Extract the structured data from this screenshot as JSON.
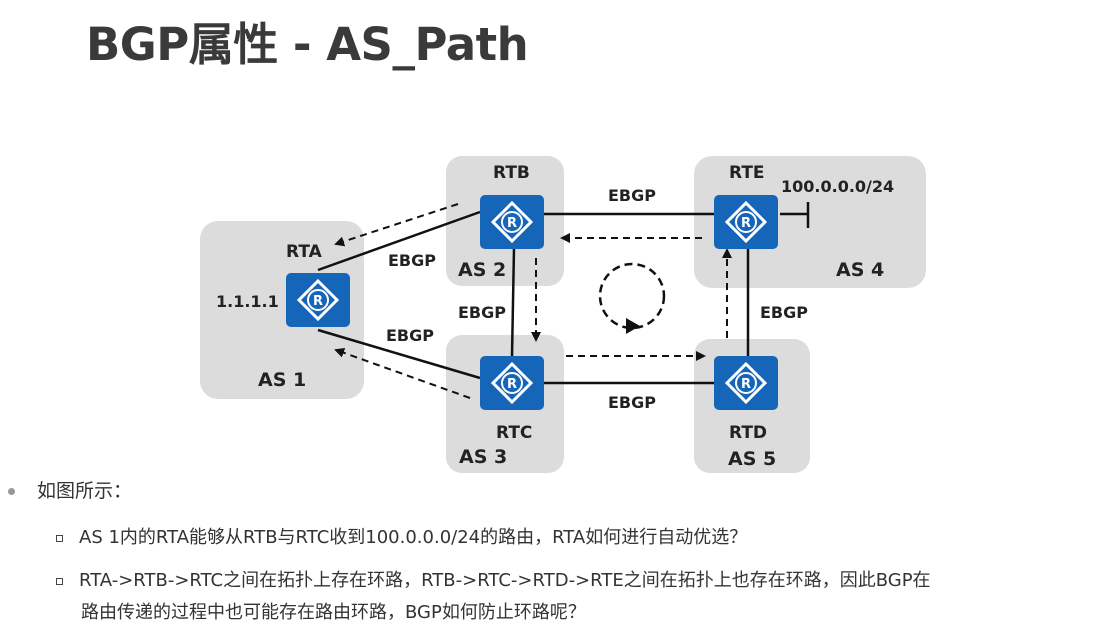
{
  "title": "BGP属性 - AS_Path",
  "diagram": {
    "as_labels": [
      "AS 1",
      "AS 2",
      "AS 3",
      "AS 4",
      "AS 5"
    ],
    "routers": [
      "RTA",
      "RTB",
      "RTC",
      "RTD",
      "RTE"
    ],
    "rta_address": "1.1.1.1",
    "rte_prefix": "100.0.0.0/24",
    "link_label": "EBGP"
  },
  "bullets": {
    "intro": "如图所示：",
    "items": [
      "AS 1内的RTA能够从RTB与RTC收到100.0.0.0/24的路由，RTA如何进行自动优选？",
      "RTA->RTB->RTC之间在拓扑上存在环路，RTB->RTC->RTD->RTE之间在拓扑上也存在环路，因此BGP在",
      "路由传递的过程中也可能存在路由环路，BGP如何防止环路呢？"
    ]
  },
  "colors": {
    "router": "#1565b8",
    "as_box": "#dcdcdc",
    "title": "#3a3a3a"
  }
}
